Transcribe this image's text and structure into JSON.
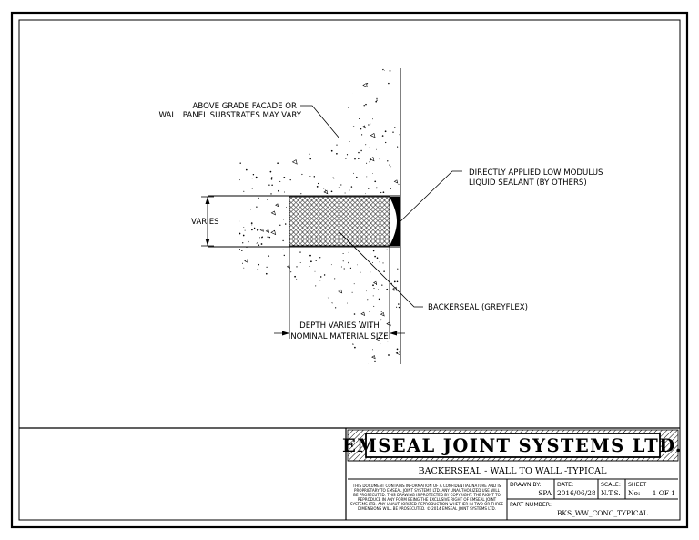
{
  "drawing": {
    "callouts": {
      "facade": [
        "ABOVE GRADE FACADE OR",
        "WALL PANEL SUBSTRATES MAY VARY"
      ],
      "sealant": [
        "DIRECTLY APPLIED LOW MODULUS",
        "LIQUID SEALANT (BY OTHERS)"
      ],
      "backerseal": "BACKERSEAL (GREYFLEX)",
      "varies": "VARIES",
      "depth": [
        "DEPTH VARIES WITH",
        "NOMINAL MATERIAL SIZE"
      ]
    }
  },
  "title_block": {
    "company": "EMSEAL JOINT SYSTEMS LTD.",
    "drawing_title": "BACKERSEAL - WALL TO WALL -TYPICAL",
    "disclaimer": [
      "THIS DOCUMENT CONTAINS INFORMATION OF A CONFIDENTIAL NATURE AND IS",
      "PROPRIETARY TO EMSEAL JOINT SYSTEMS LTD. ANY UNAUTHORIZED USE WILL",
      "BE PROSECUTED. THIS DRAWING IS PROTECTED BY COPYRIGHT. THE RIGHT TO",
      "REPRODUCE IN ANY FORM BEING THE EXCLUSIVE RIGHT OF EMSEAL JOINT",
      "SYSTEMS LTD. ANY UNAUTHORIZED REPRODUCTION WHETHER IN TWO OR THREE",
      "DIMENSIONS WILL BE PROSECUTED. © 2014 EMSEAL JOINT SYSTEMS LTD."
    ],
    "drawn_by_label": "DRAWN BY:",
    "drawn_by": "SPA",
    "date_label": "DATE:",
    "date": "2016/06/28",
    "scale_label": "SCALE:",
    "scale": "N.T.S.",
    "sheet_label": "SHEET",
    "sheet_no_label": "No:",
    "sheet_no": "1 OF 1",
    "part_number_label": "PART NUMBER:",
    "part_number": "BKS_WW_CONC_TYPICAL"
  }
}
